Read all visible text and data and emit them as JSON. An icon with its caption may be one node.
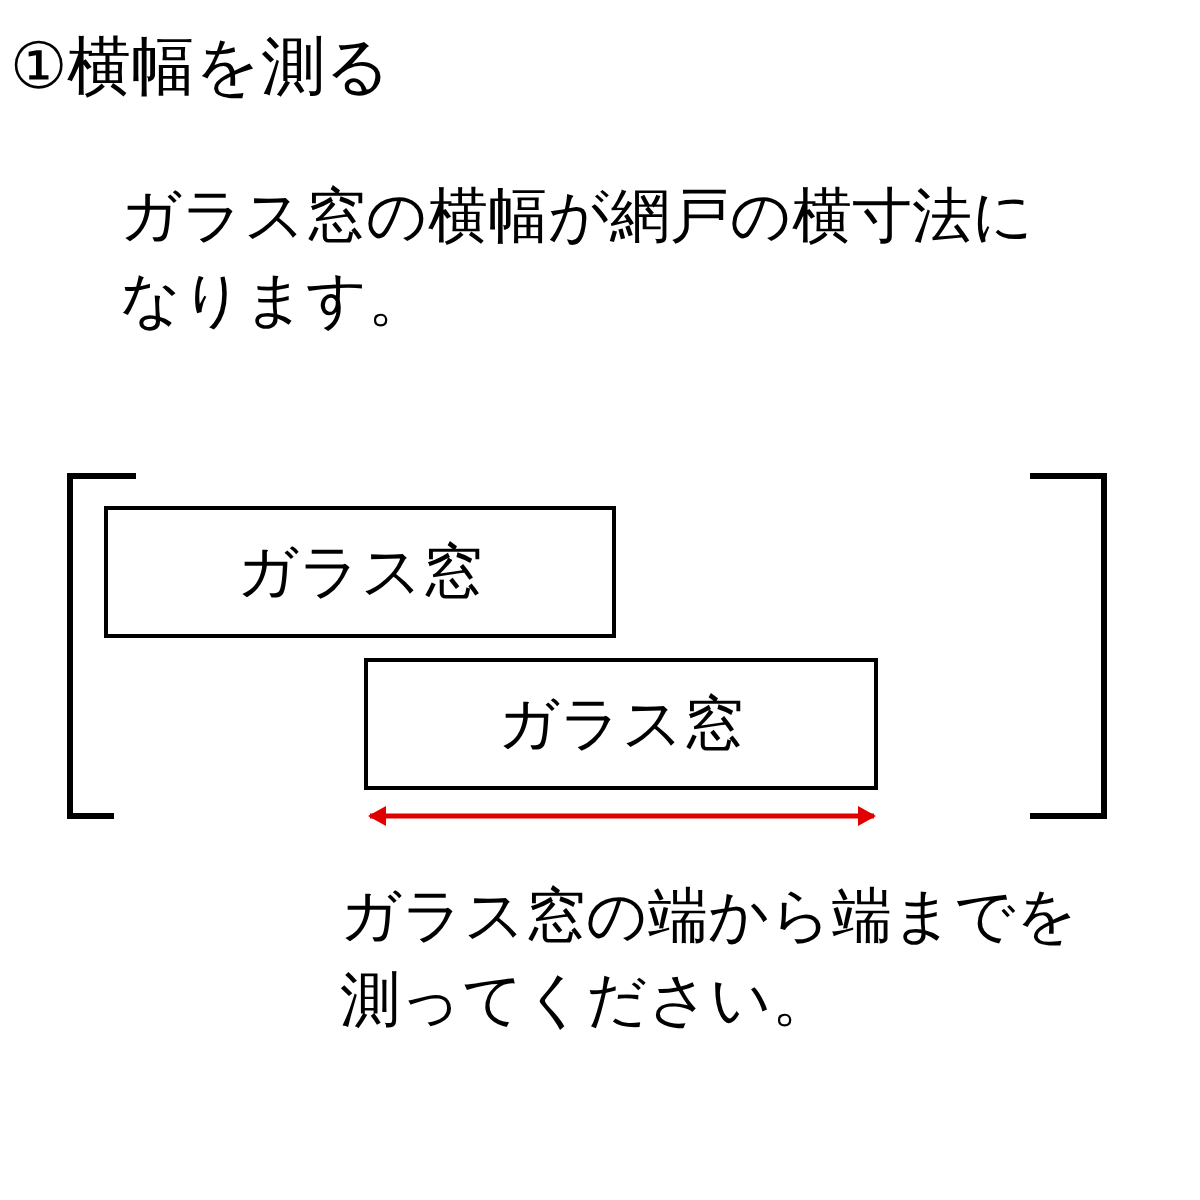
{
  "diagram": {
    "title": "①横幅を測る",
    "nodes": [
      {
        "text": [
          "ガラス窓"
        ]
      },
      {
        "text": [
          "ガラス窓"
        ]
      }
    ],
    "edges": [],
    "labels": [
      "ガラス窓の横幅が網戸の横寸法になります。",
      "ガラス窓の端から端までを測ってください。"
    ]
  }
}
